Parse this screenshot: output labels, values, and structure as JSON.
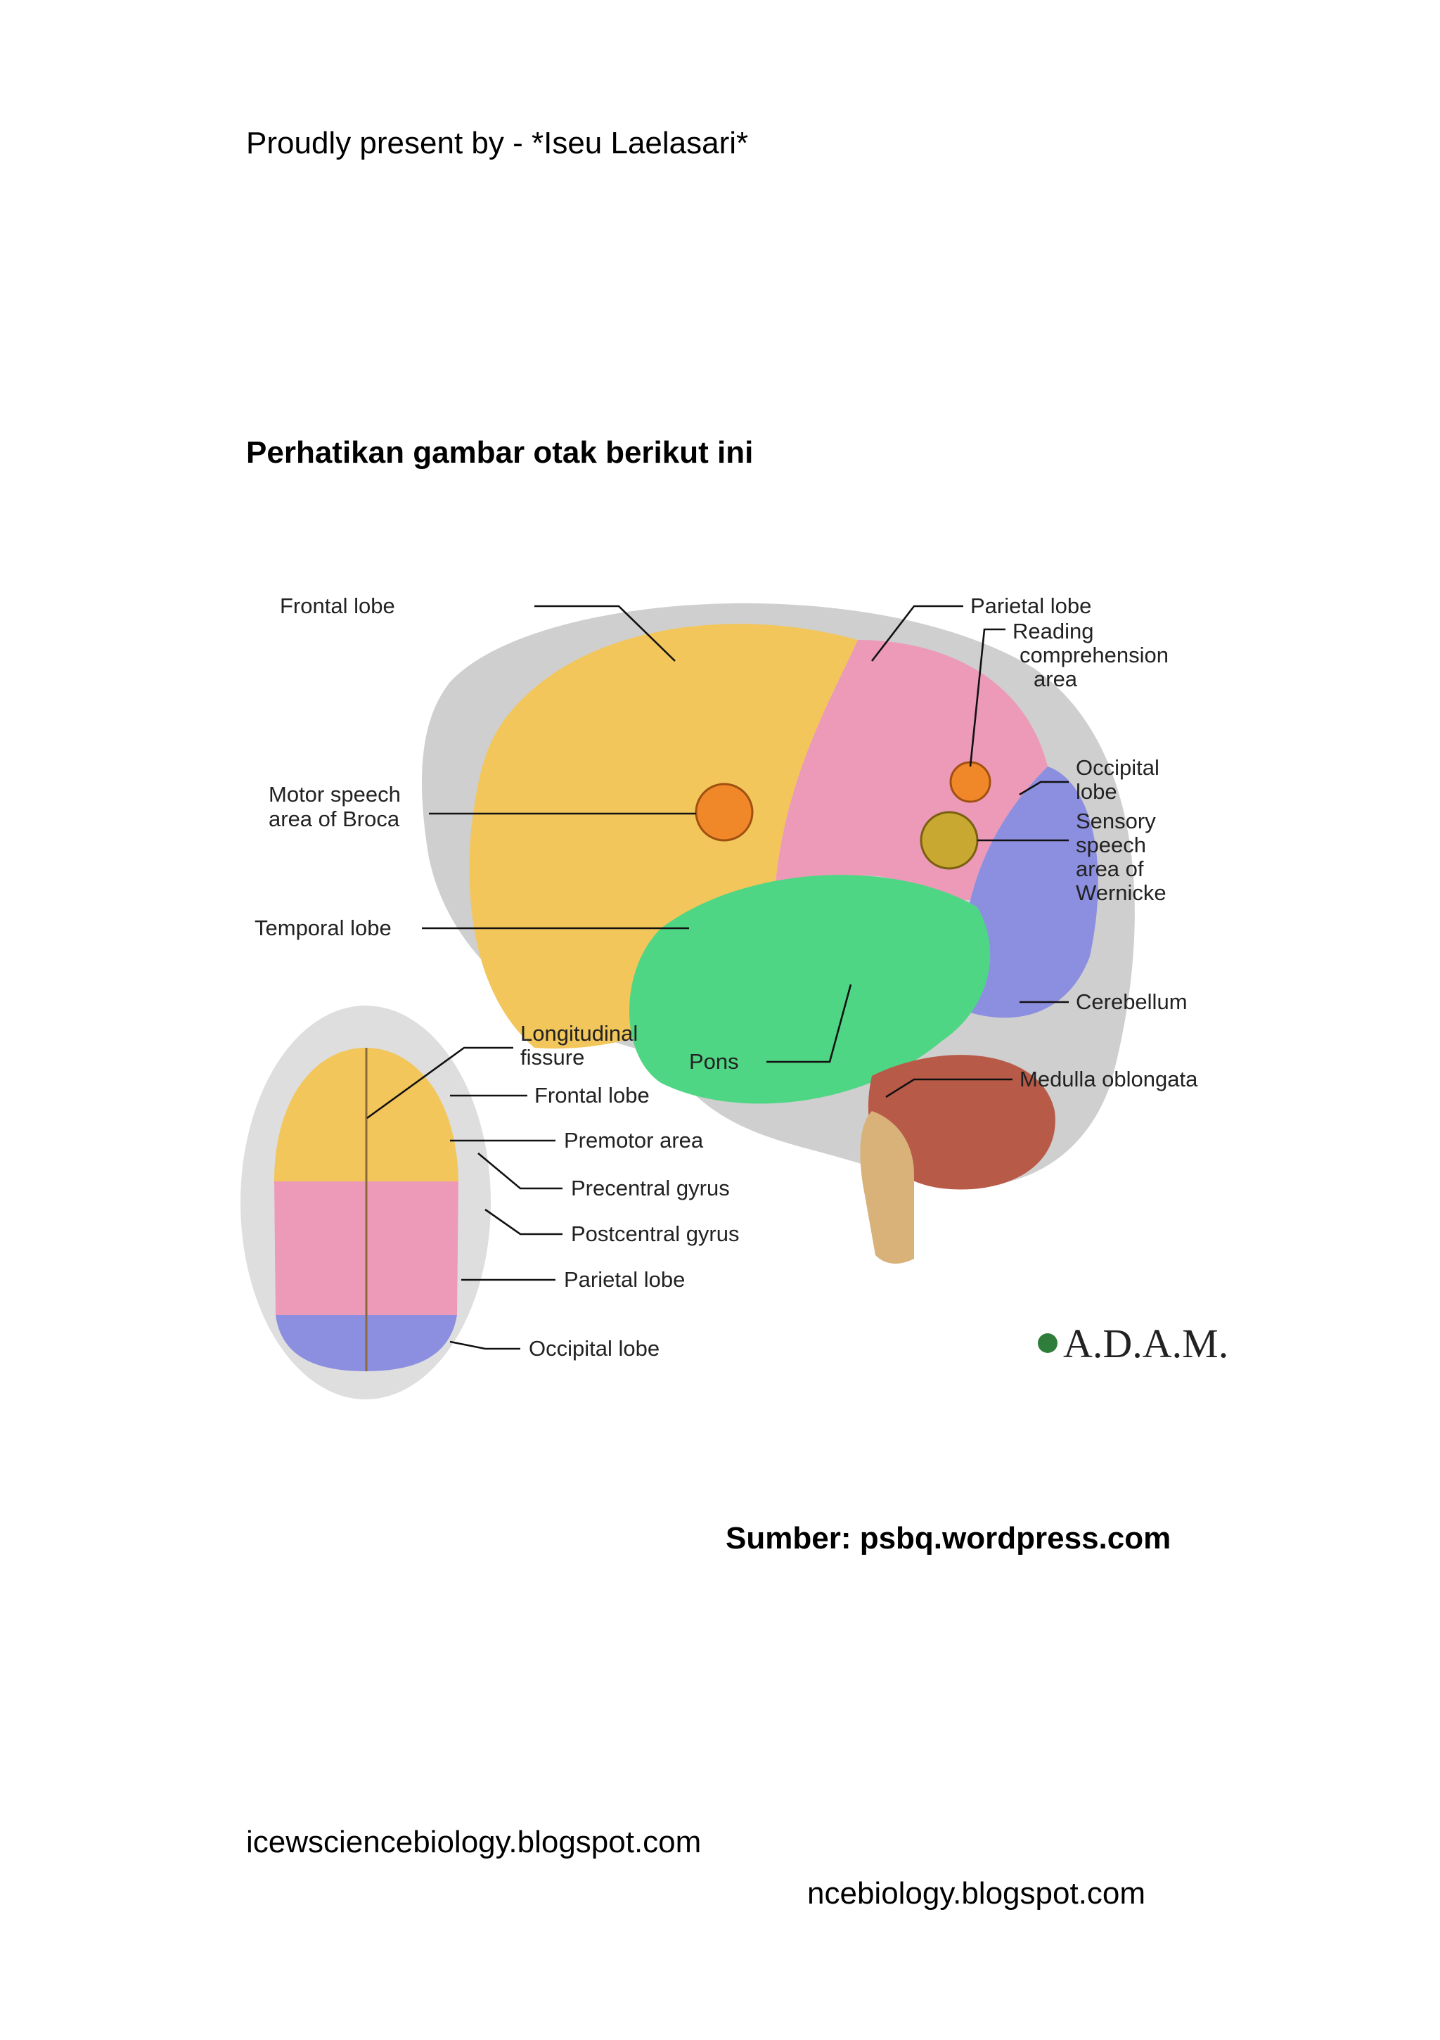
{
  "header": {
    "credit": "Proudly present by - *Iseu Laelasari*"
  },
  "heading": "Perhatikan gambar otak berikut ini",
  "figure": {
    "lateral_labels": {
      "frontal": "Frontal lobe",
      "parietal": "Parietal lobe",
      "reading_1": "Reading",
      "reading_2": "comprehension",
      "reading_3": "area",
      "occipital_1": "Occipital",
      "occipital_2": "lobe",
      "broca_1": "Motor speech",
      "broca_2": "area of Broca",
      "wernicke_1": "Sensory",
      "wernicke_2": "speech",
      "wernicke_3": "area of",
      "wernicke_4": "Wernicke",
      "temporal": "Temporal lobe",
      "cerebellum": "Cerebellum",
      "pons": "Pons",
      "medulla": "Medulla oblongata"
    },
    "top_labels": {
      "longitudinal_1": "Longitudinal",
      "longitudinal_2": "fissure",
      "frontal": "Frontal lobe",
      "premotor": "Premotor area",
      "precentral": "Precentral gyrus",
      "postcentral": "Postcentral gyrus",
      "parietal": "Parietal lobe",
      "occipital": "Occipital lobe"
    },
    "logo": "A.D.A.M.",
    "colors": {
      "frontal": "#f2c65a",
      "parietal": "#ec9ab8",
      "temporal": "#4fd685",
      "occipital": "#8c8fe0",
      "cerebellum": "#b85a48",
      "highlight": "#f0882a",
      "wernicke": "#c8a830"
    }
  },
  "source": "Sumber: psbq.wordpress.com",
  "footer": {
    "blog_1": "icewsciencebiology.blogspot.com",
    "blog_2": "ncebiology.blogspot.com"
  }
}
